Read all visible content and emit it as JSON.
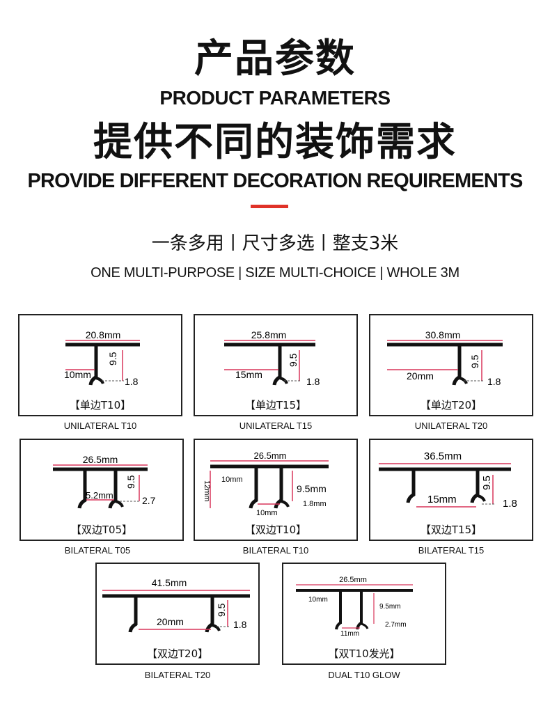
{
  "header": {
    "title_cn": "产品参数",
    "title_en": "PRODUCT PARAMETERS",
    "subtitle_cn": "提供不同的装饰需求",
    "subtitle_en": "PROVIDE DIFFERENT DECORATION REQUIREMENTS",
    "features_cn": "一条多用丨尺寸多选丨整支3米",
    "features_en": "ONE MULTI-PURPOSE | SIZE MULTI-CHOICE | WHOLE 3M"
  },
  "colors": {
    "accent": "#e03228",
    "dimension": "#d8355a",
    "profile": "#111111"
  },
  "products": [
    {
      "tag": "【单边T10】",
      "caption": "UNILATERAL T10",
      "dims": {
        "width": "20.8mm",
        "leg": "10mm",
        "height": "9.5",
        "thick": "1.8"
      }
    },
    {
      "tag": "【单边T15】",
      "caption": "UNILATERAL T15",
      "dims": {
        "width": "25.8mm",
        "leg": "15mm",
        "height": "9.5",
        "thick": "1.8"
      }
    },
    {
      "tag": "【单边T20】",
      "caption": "UNILATERAL T20",
      "dims": {
        "width": "30.8mm",
        "leg": "20mm",
        "height": "9.5",
        "thick": "1.8"
      }
    },
    {
      "tag": "【双边T05】",
      "caption": "BILATERAL T05",
      "dims": {
        "width": "26.5mm",
        "gap": "5.2mm",
        "height": "9.5",
        "thick": "2.7"
      }
    },
    {
      "tag": "【双边T10】",
      "caption": "BILATERAL T10",
      "dims": {
        "width": "26.5mm",
        "side": "10mm",
        "total_height": "12mm",
        "height": "9.5mm",
        "gap": "10mm",
        "thick": "1.8mm"
      }
    },
    {
      "tag": "【双边T15】",
      "caption": "BILATERAL T15",
      "dims": {
        "width": "36.5mm",
        "gap": "15mm",
        "height": "9.5",
        "thick": "1.8"
      }
    },
    {
      "tag": "【双边T20】",
      "caption": "BILATERAL T20",
      "dims": {
        "width": "41.5mm",
        "gap": "20mm",
        "height": "9.5",
        "thick": "1.8"
      }
    },
    {
      "tag": "【双T10发光】",
      "caption": "DUAL T10 GLOW",
      "dims": {
        "width": "26.5mm",
        "side": "10mm",
        "height": "9.5mm",
        "gap": "11mm",
        "thick": "2.7mm"
      }
    }
  ]
}
